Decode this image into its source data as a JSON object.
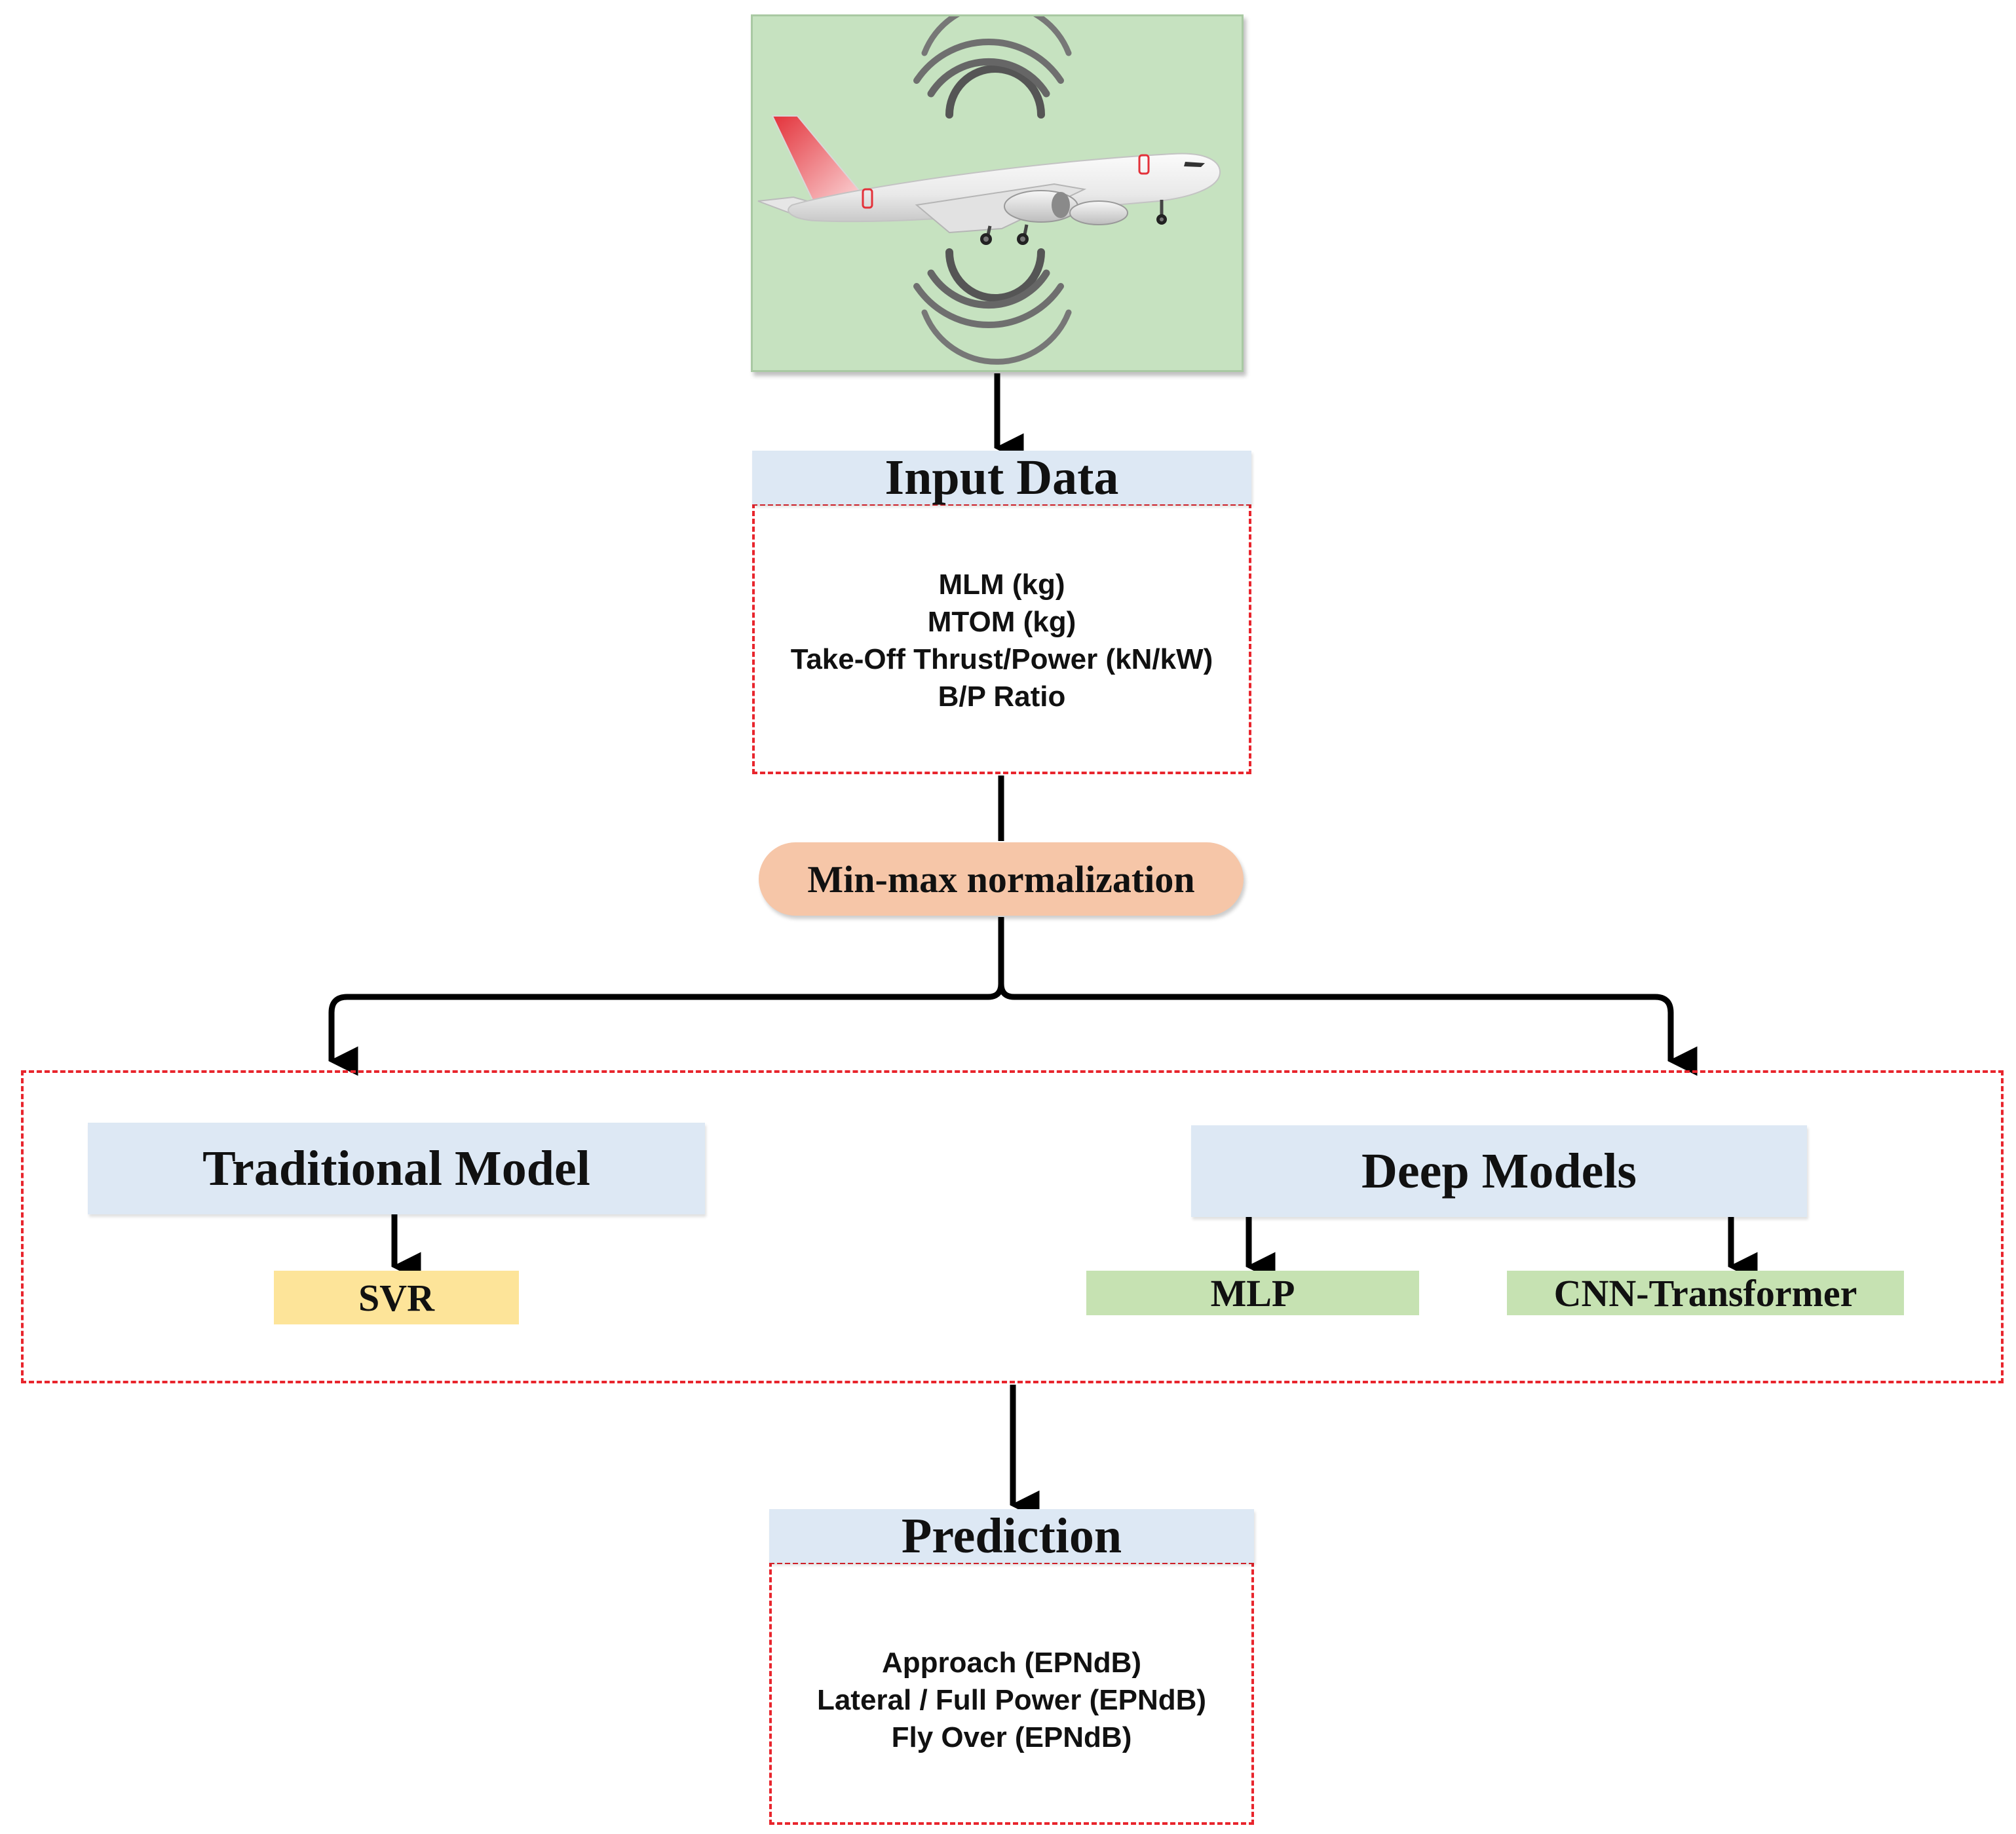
{
  "input_data": {
    "title": "Input Data",
    "items": [
      "MLM (kg)",
      "MTOM (kg)",
      "Take-Off Thrust/Power (kN/kW)",
      "B/P Ratio"
    ]
  },
  "normalization": {
    "label": "Min-max normalization"
  },
  "models": {
    "traditional": {
      "title": "Traditional Model",
      "items": [
        "SVR"
      ]
    },
    "deep": {
      "title": "Deep Models",
      "items": [
        "MLP",
        "CNN-Transformer"
      ]
    }
  },
  "prediction": {
    "title": "Prediction",
    "items": [
      "Approach (EPNdB)",
      "Lateral / Full Power (EPNdB)",
      "Fly Over (EPNdB)"
    ]
  },
  "colors": {
    "panel_green": "#c6e2c0",
    "header_blue": "#dde8f4",
    "dashed_red": "#e8252d",
    "pill_peach": "#f6c6a8",
    "svr_yellow": "#fde499",
    "deep_green": "#c6e2b2"
  },
  "icons": [
    "airplane-icon",
    "signal-waves-icon"
  ]
}
